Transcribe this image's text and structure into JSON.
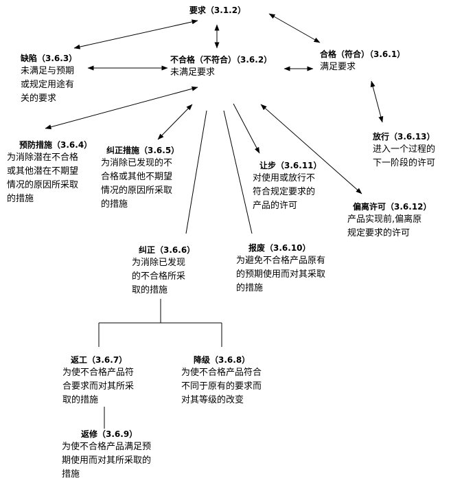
{
  "nodes": {
    "requirement": {
      "title": "要求（3.1.2）",
      "desc": []
    },
    "defect": {
      "title": "缺陷（3.6.3）",
      "desc": [
        "未满足与预期",
        "或规定用途有",
        "关的要求"
      ]
    },
    "nonconformity": {
      "title": "不合格（不符合）（3.6.2）",
      "desc": [
        "未满足要求"
      ]
    },
    "conformity": {
      "title": "合格（符合）（3.6.1）",
      "desc": [
        "满足要求"
      ]
    },
    "release": {
      "title": "放行（3.6.13）",
      "desc": [
        "进入一个过程的",
        "下一阶段的许可"
      ]
    },
    "preventive": {
      "title": "预防措施（3.6.4）",
      "desc": [
        "为消除潜在不合格",
        "或其他潜在不期望",
        "情况的原因所采取",
        "的措施"
      ]
    },
    "corrective_action": {
      "title": "纠正措施（3.6.5）",
      "desc": [
        "为消除已发现的不",
        "合格或其他不期望",
        "情况的原因所采取",
        "的措施"
      ]
    },
    "concession": {
      "title": "让步（3.6.11）",
      "desc": [
        "对使用或放行不",
        "符合规定要求的",
        "产品的许可"
      ]
    },
    "deviation": {
      "title": "偏离许可（3.6.12）",
      "desc": [
        "产品实现前,偏离原",
        "规定要求的许可"
      ]
    },
    "correction": {
      "title": "纠正（3.6.6）",
      "desc": [
        "为消除已发现",
        "的不合格所采",
        "取的措施"
      ]
    },
    "scrap": {
      "title": "报废（3.6.10）",
      "desc": [
        "为避免不合格产品原有",
        "的预期使用而对其采取",
        "的措施"
      ]
    },
    "rework": {
      "title": "返工（3.6.7）",
      "desc": [
        "为使不合格产品符",
        "合要求而对其所采",
        "取的措施"
      ]
    },
    "regrade": {
      "title": "降级（3.6.8）",
      "desc": [
        "为使不合格产品符合",
        "不同于原有的要求而",
        "对其等级的改变"
      ]
    },
    "repair": {
      "title": "返修（3.6.9）",
      "desc": [
        "为使不合格产品满足预",
        "期使用而对其所采取的",
        "措施"
      ]
    }
  }
}
